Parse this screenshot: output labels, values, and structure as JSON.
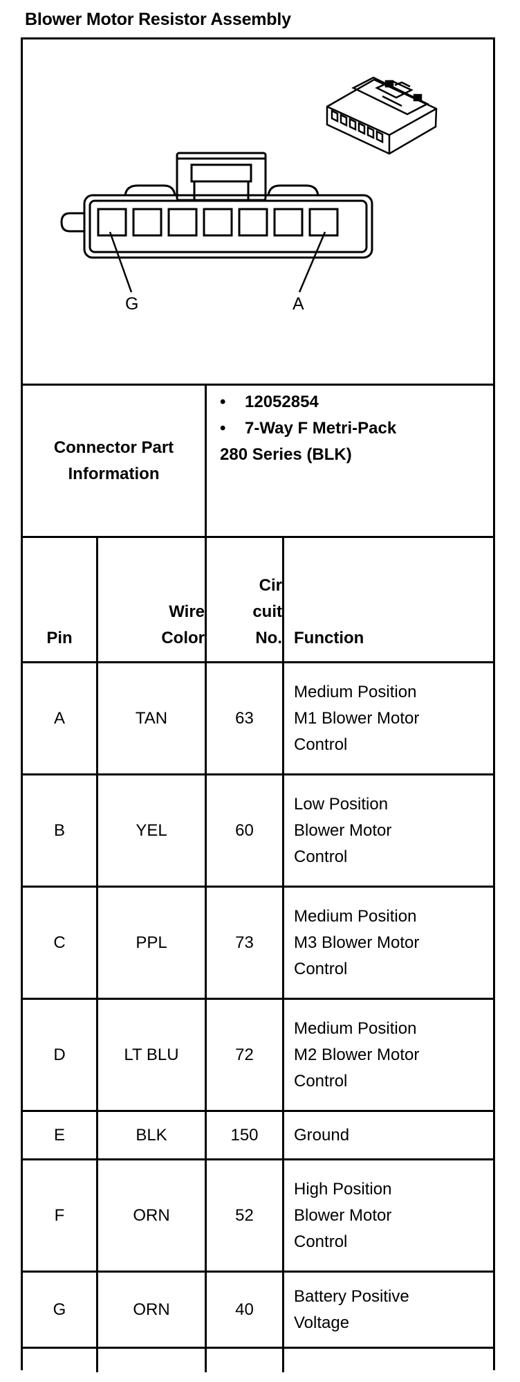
{
  "title": "Blower Motor Resistor Assembly",
  "diagram": {
    "pin_callouts": [
      "G",
      "A"
    ]
  },
  "connector_info": {
    "label": "Connector Part Information",
    "part_number": "12052854",
    "description_line1": "7-Way F Metri-Pack",
    "description_line2": "280 Series (BLK)"
  },
  "table": {
    "headers": {
      "pin": "Pin",
      "wire_color_1": "Wire",
      "wire_color_2": "Color",
      "circuit_1": "Cir",
      "circuit_2": "cuit",
      "circuit_3": "No.",
      "function": "Function"
    },
    "rows": [
      {
        "pin": "A",
        "wire": "TAN",
        "circuit": "63",
        "function": [
          "Medium Position",
          "M1 Blower Motor",
          "Control"
        ]
      },
      {
        "pin": "B",
        "wire": "YEL",
        "circuit": "60",
        "function": [
          "Low Position",
          "Blower Motor",
          "Control"
        ]
      },
      {
        "pin": "C",
        "wire": "PPL",
        "circuit": "73",
        "function": [
          "Medium Position",
          "M3 Blower Motor",
          "Control"
        ]
      },
      {
        "pin": "D",
        "wire": "LT BLU",
        "circuit": "72",
        "function": [
          "Medium Position",
          "M2 Blower Motor",
          "Control"
        ]
      },
      {
        "pin": "E",
        "wire": "BLK",
        "circuit": "150",
        "function": [
          "Ground"
        ]
      },
      {
        "pin": "F",
        "wire": "ORN",
        "circuit": "52",
        "function": [
          "High Position",
          "Blower Motor",
          "Control"
        ]
      },
      {
        "pin": "G",
        "wire": "ORN",
        "circuit": "40",
        "function": [
          "Battery Positive",
          "Voltage"
        ]
      }
    ]
  }
}
